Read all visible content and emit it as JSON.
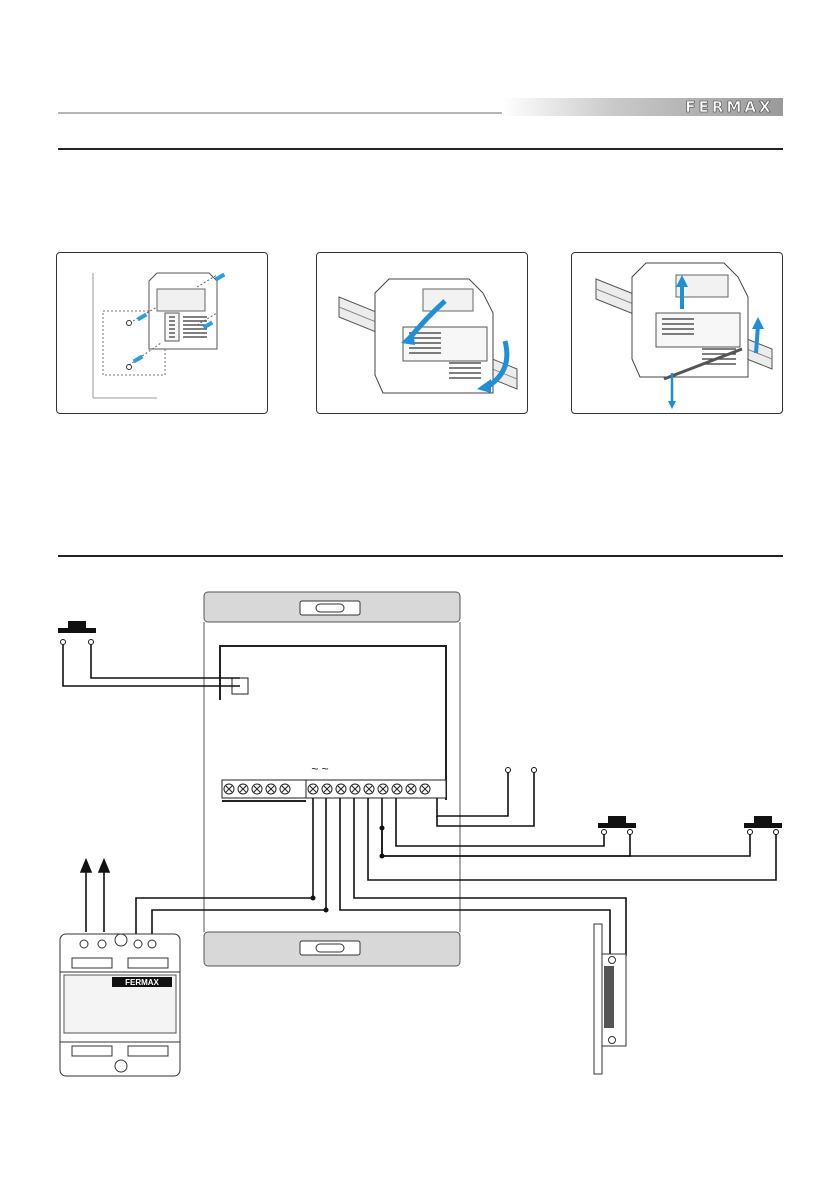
{
  "header": {
    "page_number": "",
    "brand": "FERMAX"
  },
  "figures": [
    {
      "name": "wall-mount-with-screws"
    },
    {
      "name": "din-rail-mounting"
    },
    {
      "name": "din-rail-removal"
    }
  ],
  "wiring": {
    "ac_symbol": "~ ~",
    "power_supply_brand": "FERMAX",
    "terminals_left_count": 5,
    "terminals_right_count": 9
  },
  "colors": {
    "arrow_blue": "#1f8fd6",
    "line_dark": "#111111",
    "panel_gray": "#d8d8d8"
  }
}
